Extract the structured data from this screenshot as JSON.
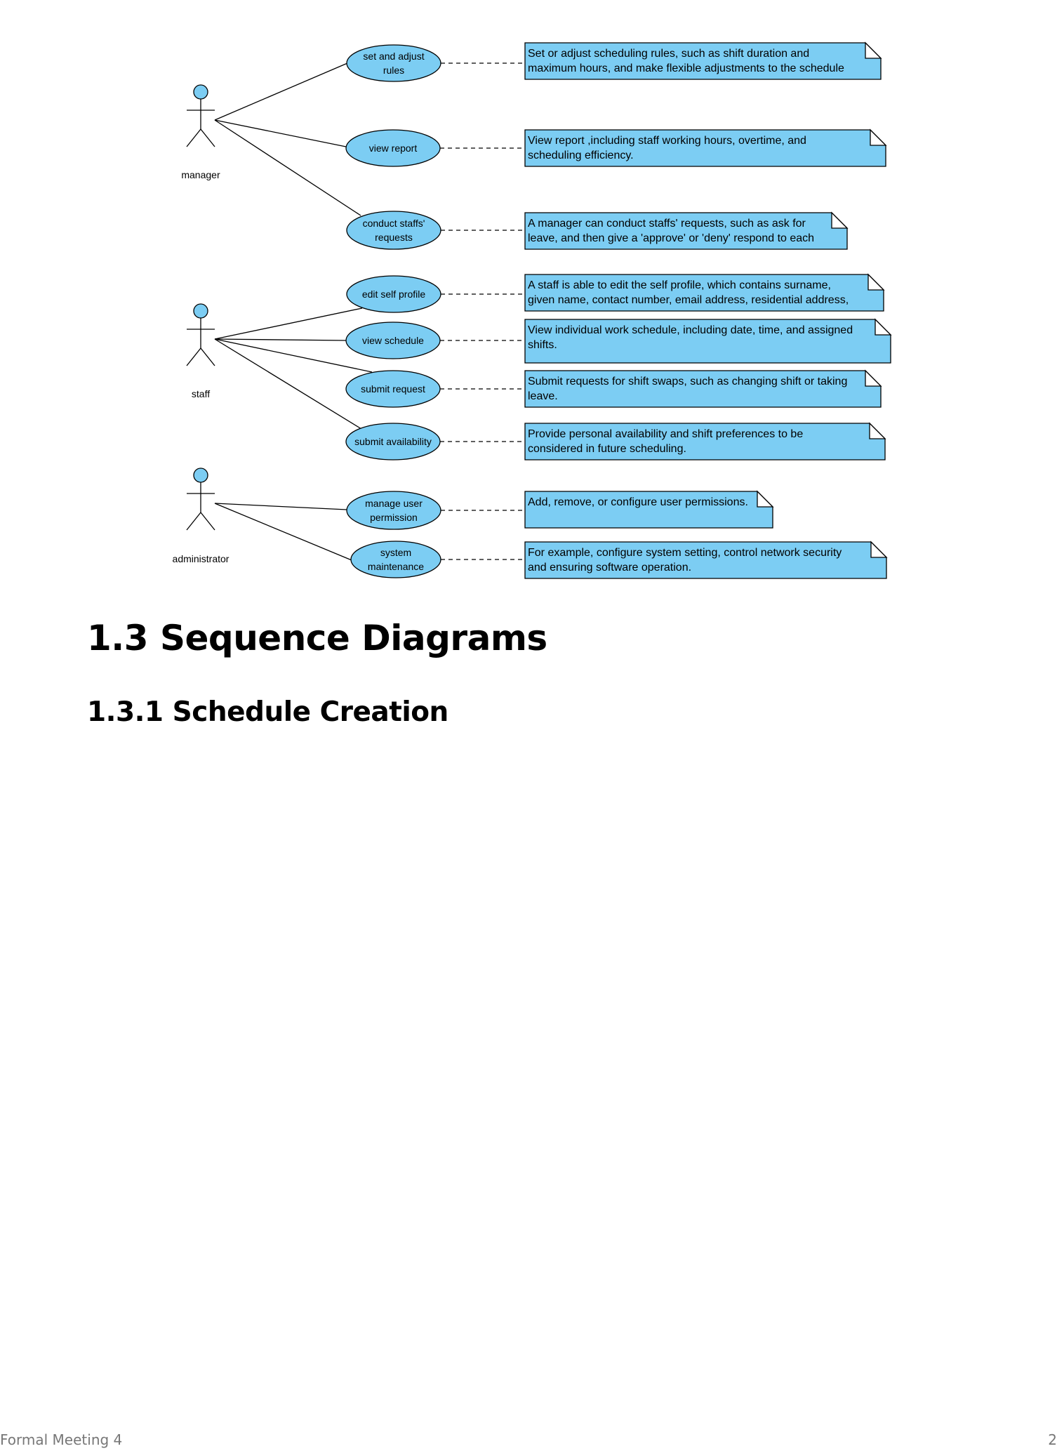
{
  "colors": {
    "fill": "#7ccdf3",
    "stroke": "#000000"
  },
  "diagram": {
    "actors": [
      {
        "id": "manager",
        "label": "manager"
      },
      {
        "id": "staff",
        "label": "staff"
      },
      {
        "id": "administrator",
        "label": "administrator"
      }
    ],
    "use_cases": [
      {
        "id": "set-and-adjust-rules",
        "actor": "manager",
        "lines": [
          "set and adjust",
          "rules"
        ],
        "note": [
          "Set or adjust scheduling rules, such as shift duration and",
          "maximum hours, and make flexible adjustments to the schedule"
        ]
      },
      {
        "id": "view-report",
        "actor": "manager",
        "lines": [
          "view report"
        ],
        "note": [
          "View report ,including staff working hours, overtime, and",
          "scheduling efficiency."
        ]
      },
      {
        "id": "conduct-staffs-requests",
        "actor": "manager",
        "lines": [
          "conduct staffs'",
          "requests"
        ],
        "note": [
          "A manager can conduct staffs' requests, such as ask for",
          "leave, and then give a 'approve' or 'deny' respond to each"
        ]
      },
      {
        "id": "edit-self-profile",
        "actor": "staff",
        "lines": [
          "edit self profile"
        ],
        "note": [
          "A staff is able to edit the self profile, which contains surname,",
          "given name, contact number, email address, residential address,"
        ]
      },
      {
        "id": "view-schedule",
        "actor": "staff",
        "lines": [
          "view schedule"
        ],
        "note": [
          "View individual work schedule, including date, time, and assigned",
          "shifts."
        ]
      },
      {
        "id": "submit-request",
        "actor": "staff",
        "lines": [
          "submit request"
        ],
        "note": [
          "Submit requests for shift swaps, such as changing shift or taking",
          "leave."
        ]
      },
      {
        "id": "submit-availability",
        "actor": "staff",
        "lines": [
          "submit availability"
        ],
        "note": [
          "Provide personal availability and shift preferences to be",
          "considered in future scheduling."
        ]
      },
      {
        "id": "manage-user-permission",
        "actor": "administrator",
        "lines": [
          "manage user",
          "permission"
        ],
        "note": [
          "Add, remove, or configure user permissions."
        ]
      },
      {
        "id": "system-maintenance",
        "actor": "administrator",
        "lines": [
          "system",
          "maintenance"
        ],
        "note": [
          "For example, configure system setting, control network security",
          "and ensuring software operation."
        ]
      }
    ]
  },
  "headings": {
    "section": "1.3 Sequence Diagrams",
    "subsection": "1.3.1 Schedule Creation"
  },
  "footer": {
    "left": "Formal Meeting 4",
    "right": "2"
  }
}
